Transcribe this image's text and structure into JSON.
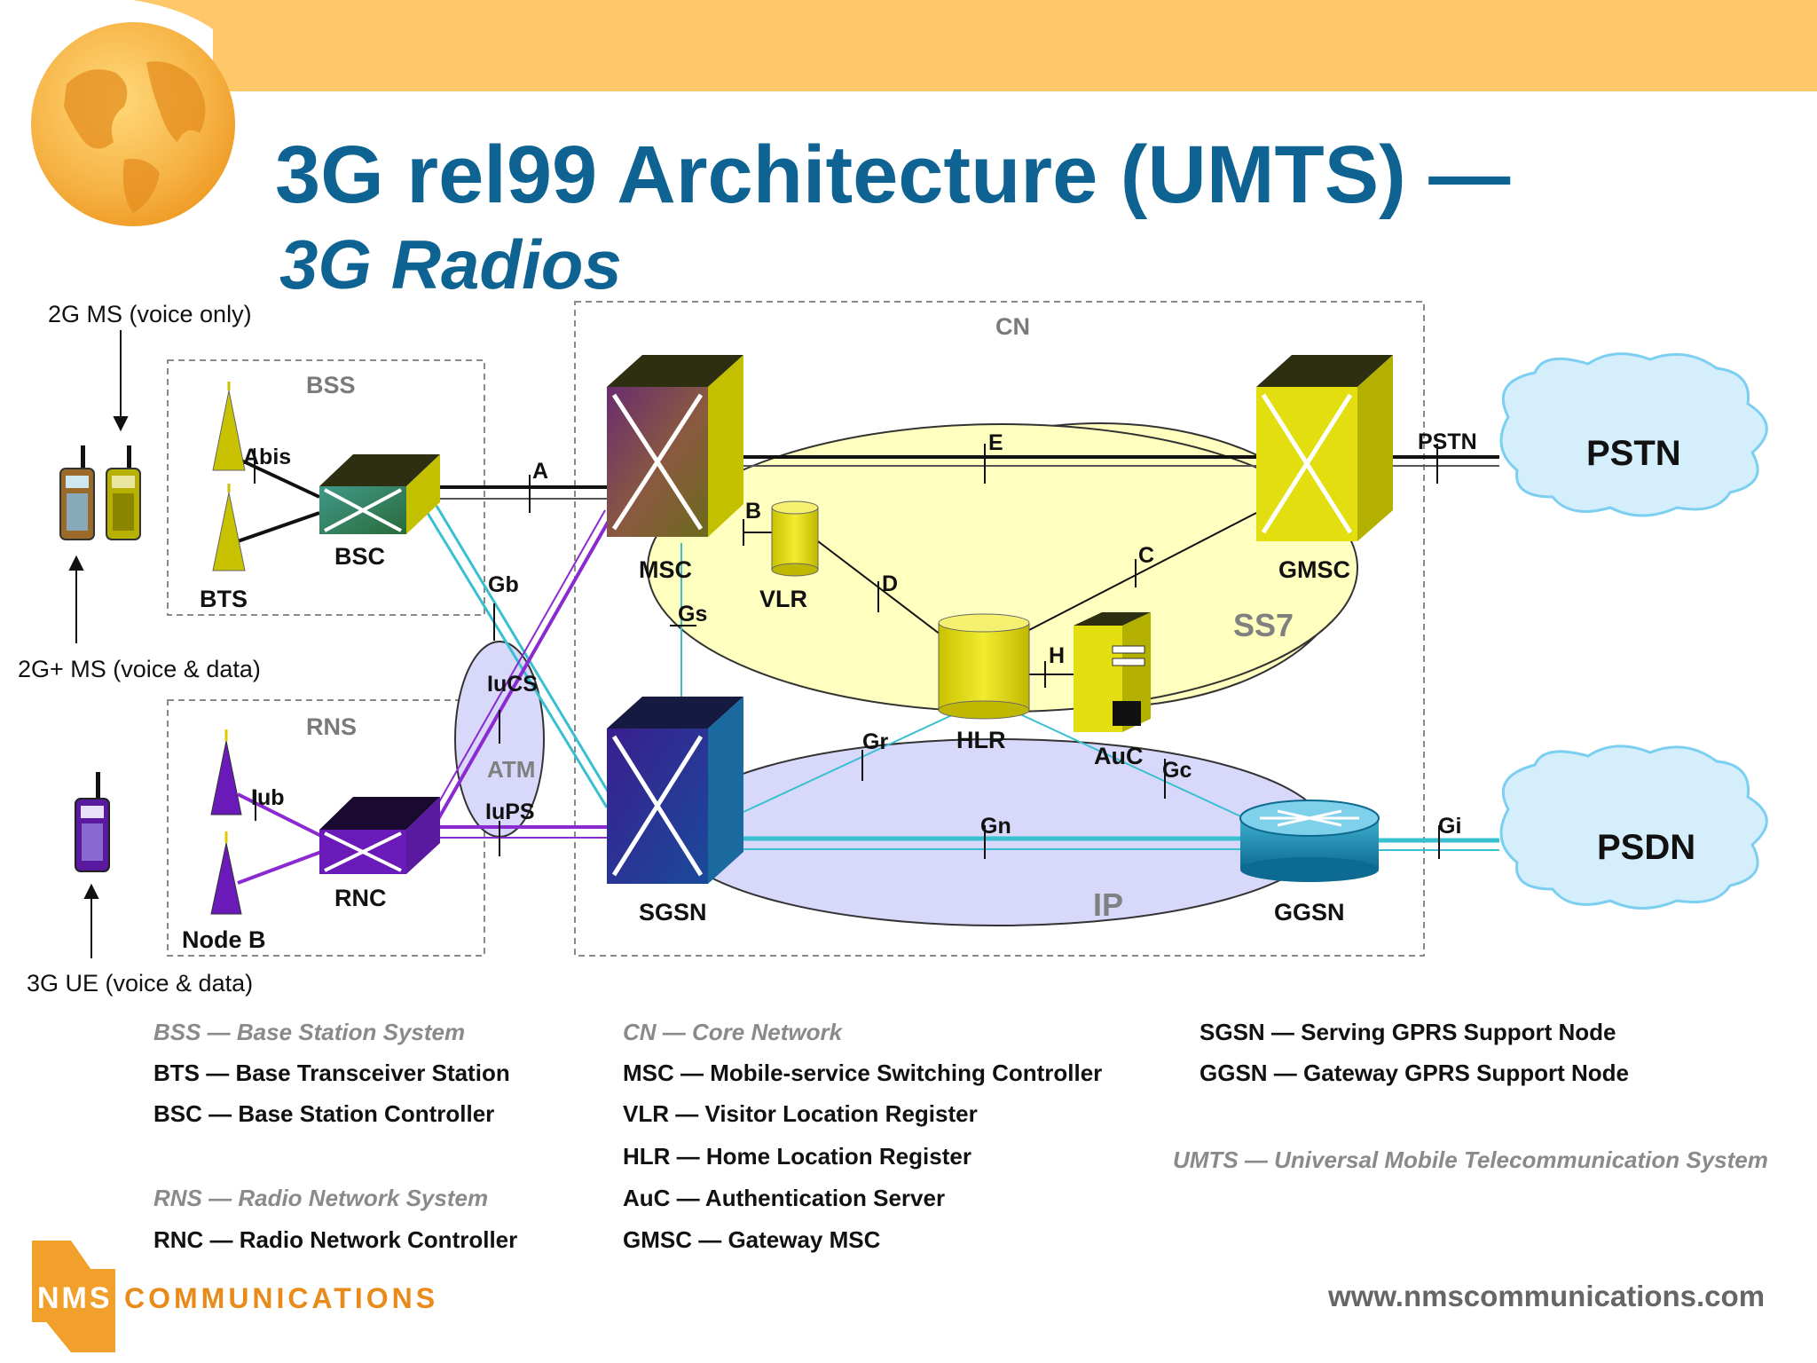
{
  "title": {
    "line1": "3G rel99 Architecture (UMTS) —",
    "line2": "3G Radios"
  },
  "device_labels": {
    "ms_2g": "2G MS (voice only)",
    "ms_2g_plus": "2G+ MS (voice & data)",
    "ue_3g": "3G UE (voice & data)"
  },
  "groups": {
    "bss": "BSS",
    "rns": "RNS",
    "cn": "CN",
    "atm": "ATM",
    "ss7": "SS7",
    "ip": "IP"
  },
  "nodes": {
    "bts": "BTS",
    "bsc": "BSC",
    "node_b": "Node B",
    "rnc": "RNC",
    "msc": "MSC",
    "vlr": "VLR",
    "hlr": "HLR",
    "auc": "AuC",
    "gmsc": "GMSC",
    "sgsn": "SGSN",
    "ggsn": "GGSN",
    "pstn": "PSTN",
    "psdn": "PSDN"
  },
  "interfaces": {
    "abis": "Abis",
    "a": "A",
    "gb": "Gb",
    "iucs": "IuCS",
    "iups": "IuPS",
    "iub": "Iub",
    "e": "E",
    "b": "B",
    "d": "D",
    "c": "C",
    "h": "H",
    "gs": "Gs",
    "gr": "Gr",
    "gc": "Gc",
    "gn": "Gn",
    "gi": "Gi",
    "pstn": "PSTN"
  },
  "legend": {
    "col1": {
      "bss_head": "BSS — Base Station System",
      "bts": "BTS — Base Transceiver Station",
      "bsc": "BSC — Base Station Controller",
      "rns_head": "RNS — Radio Network System",
      "rnc": "RNC — Radio Network Controller"
    },
    "col2": {
      "cn_head": "CN — Core Network",
      "msc": "MSC — Mobile-service Switching Controller",
      "vlr": "VLR — Visitor Location Register",
      "hlr": "HLR — Home Location Register",
      "auc": "AuC — Authentication Server",
      "gmsc": "GMSC — Gateway MSC"
    },
    "col3": {
      "sgsn": "SGSN — Serving GPRS Support Node",
      "ggsn": "GGSN — Gateway GPRS Support Node",
      "umts": "UMTS — Universal Mobile Telecommunication System"
    }
  },
  "footer": {
    "logo_nms": "NMS",
    "logo_comm": "COMMUNICATIONS",
    "url": "www.nmscommunications.com"
  },
  "colors": {
    "title": "#0e6393",
    "header_band": "#fdc76a",
    "ss7_fill": "#ffffbf",
    "ip_fill": "#d8d8fb",
    "cloud": "#d4eefc"
  }
}
